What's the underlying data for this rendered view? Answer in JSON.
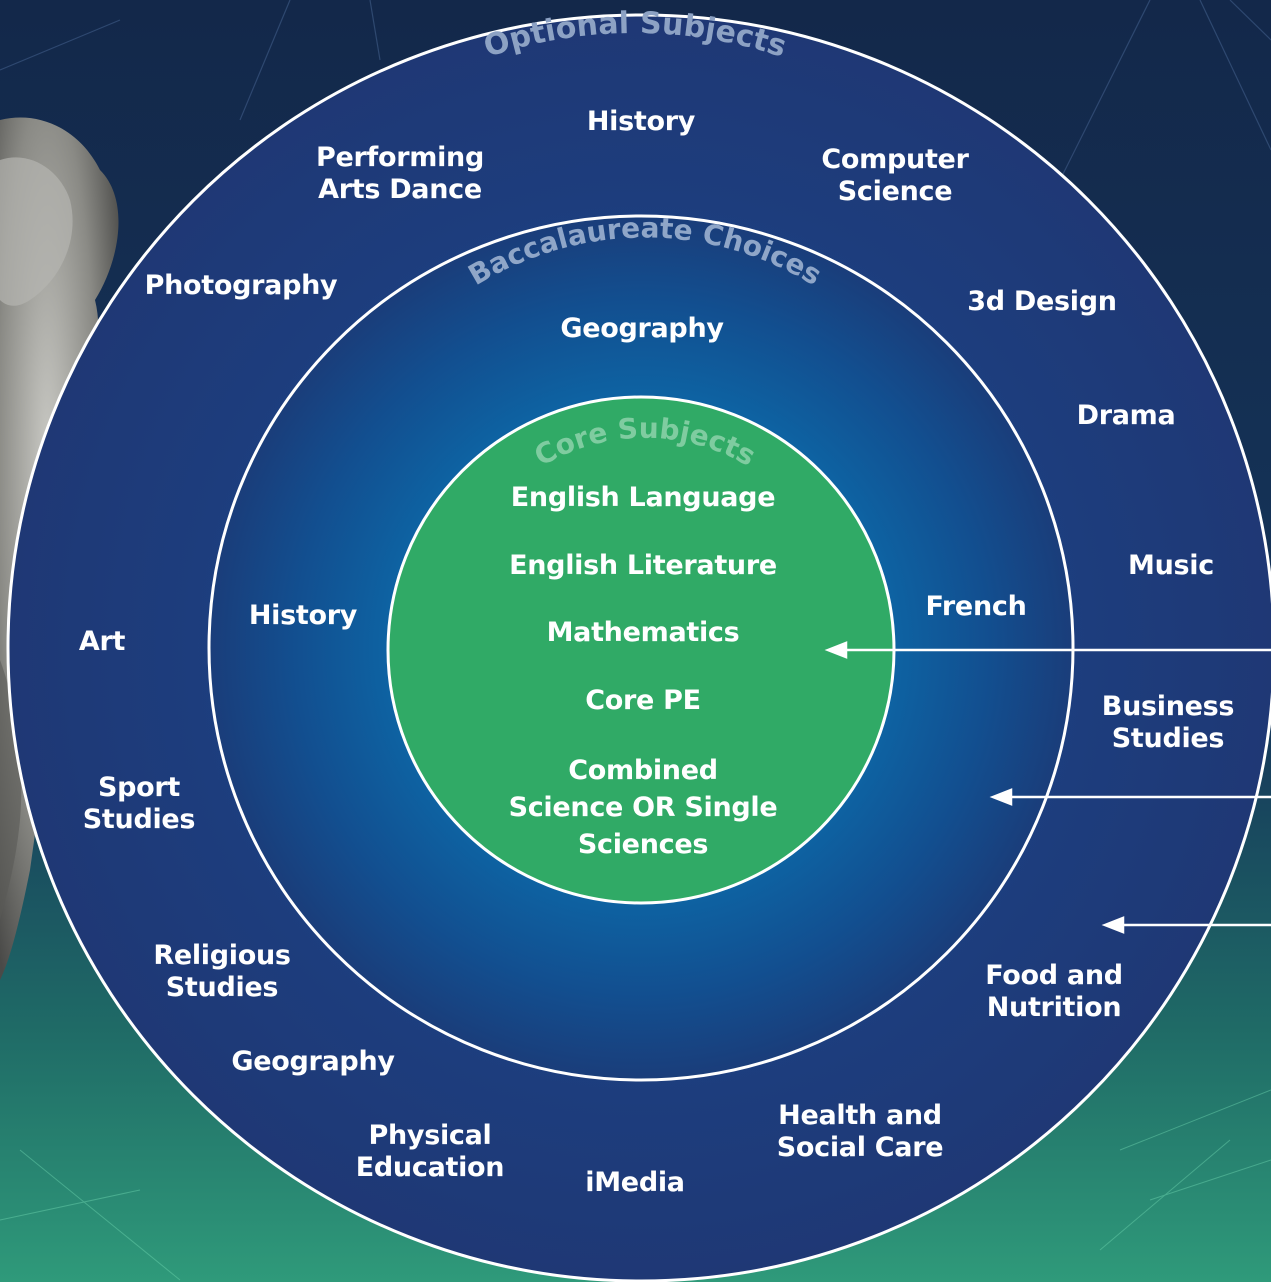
{
  "rings": {
    "outer_title": "Optional Subjects",
    "middle_title": "Baccalaureate Choices",
    "inner_title": "Core Subjects"
  },
  "core_subjects": [
    {
      "lines": [
        "English Language"
      ]
    },
    {
      "lines": [
        "English Literature"
      ]
    },
    {
      "lines": [
        "Mathematics"
      ]
    },
    {
      "lines": [
        "Core PE"
      ]
    },
    {
      "lines": [
        "Combined",
        "Science OR Single",
        "Sciences"
      ]
    }
  ],
  "baccalaureate_choices": [
    {
      "lines": [
        "Geography"
      ]
    },
    {
      "lines": [
        "History"
      ]
    },
    {
      "lines": [
        "French"
      ]
    }
  ],
  "optional_subjects": [
    {
      "lines": [
        "History"
      ]
    },
    {
      "lines": [
        "Performing",
        "Arts Dance"
      ]
    },
    {
      "lines": [
        "Computer",
        "Science"
      ]
    },
    {
      "lines": [
        "Photography"
      ]
    },
    {
      "lines": [
        "3d Design"
      ]
    },
    {
      "lines": [
        "Drama"
      ]
    },
    {
      "lines": [
        "Music"
      ]
    },
    {
      "lines": [
        "Art"
      ]
    },
    {
      "lines": [
        "Business",
        "Studies"
      ]
    },
    {
      "lines": [
        "Sport",
        "Studies"
      ]
    },
    {
      "lines": [
        "Religious",
        "Studies"
      ]
    },
    {
      "lines": [
        "Food and",
        "Nutrition"
      ]
    },
    {
      "lines": [
        "Geography"
      ]
    },
    {
      "lines": [
        "Health and",
        "Social Care"
      ]
    },
    {
      "lines": [
        "Physical",
        "Education"
      ]
    },
    {
      "lines": [
        "iMedia"
      ]
    }
  ],
  "colors": {
    "background": "#12243f",
    "outer_ring": "#1d3a78",
    "middle_ring_edge": "#1a3f7a",
    "middle_ring_center": "#0a6aa8",
    "core": "#30aa66",
    "outer_title": "#8da2c4",
    "middle_title": "#8fa6c8",
    "core_title": "#7fcca0",
    "text": "#ffffff"
  },
  "icons": [
    "arrow-left-icon",
    "statue-image"
  ]
}
